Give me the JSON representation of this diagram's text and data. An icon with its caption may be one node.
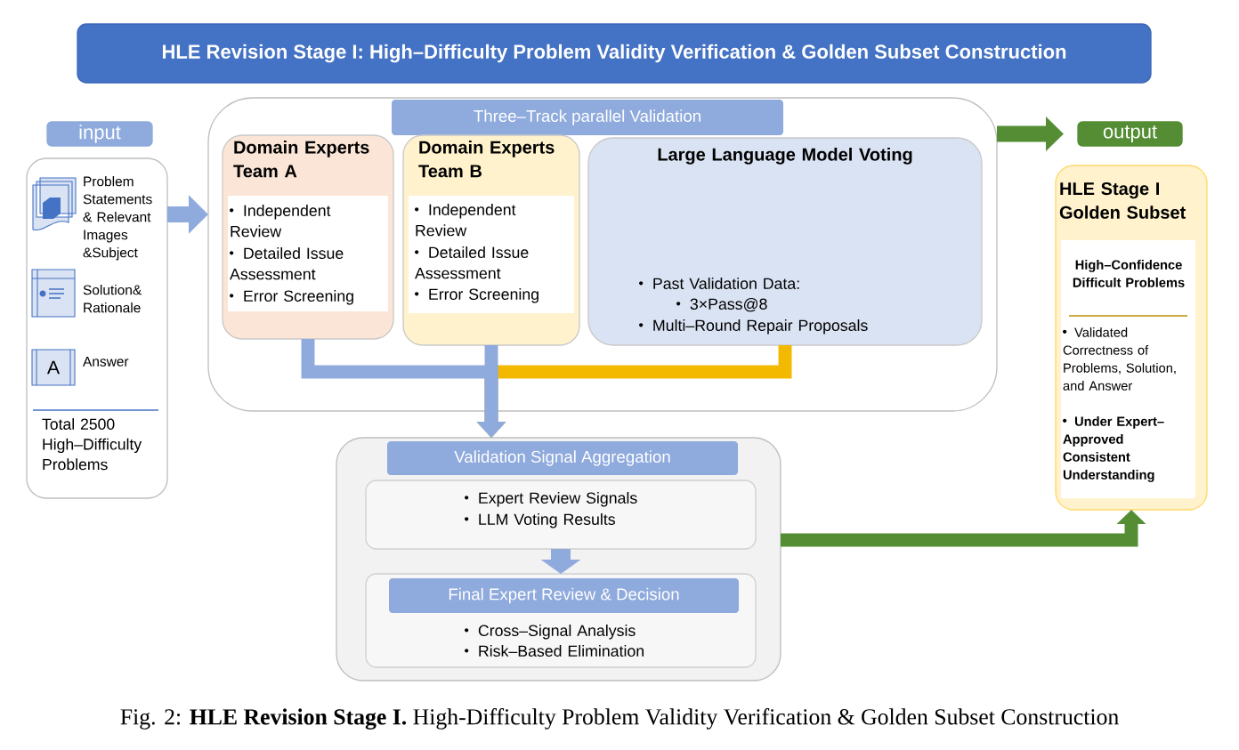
{
  "diagram": {
    "caption": "Fig. 2: **HLE Revision Stage I.** High-Difficulty Problem Validity Verification & Golden Subset Construction",
    "nodes": [
      {
        "text": [
          "HLE Revision Stage I: High–Difficulty Problem Validity Verification & Golden Subset Construction"
        ]
      },
      {
        "text": [
          "input"
        ]
      },
      {
        "text": [
          "Problem Statements & Relevant Images &Subject",
          "Solution& Rationale",
          "Answer",
          "Total 2500 High–Difficulty Problems"
        ]
      },
      {
        "text": [
          "Three–Track parallel Validation"
        ]
      },
      {
        "text": [
          "Domain Experts Team A",
          "Independent Review",
          "Detailed Issue Assessment",
          "Error Screening"
        ],
        "in": 3
      },
      {
        "text": [
          "Domain Experts Team B",
          "Independent Review",
          "Detailed Issue Assessment",
          "Error Screening"
        ],
        "in": 3
      },
      {
        "text": [
          "Large Language Model Voting",
          "Past Validation Data:",
          "3×Pass@8",
          "Multi–Round Repair Proposals"
        ],
        "in": 3
      },
      {
        "text": [
          "output"
        ]
      },
      {
        "text": [
          "HLE Stage I Golden Subset",
          "High–Confidence Difficult Problems",
          "Validated Correctness of Problems, Solution, and Answer",
          "Under Expert–Approved Consistent Understanding"
        ]
      },
      {
        "text": [],
        "shape": "box"
      },
      {
        "text": [
          "Validation Signal Aggregation",
          "Expert Review Signals",
          "LLM Voting Results"
        ],
        "in": 9
      },
      {
        "text": [
          "Final Expert Review & Decision",
          "Cross–Signal Analysis",
          "Risk–Based Elimination"
        ],
        "in": 9
      }
    ],
    "labels": [
      "A"
    ],
    "edges": [
      {
        "from": 2,
        "to": 3,
        "arrow": "to"
      },
      {
        "from": 4,
        "to": 9,
        "arrow": "to"
      },
      {
        "from": 5,
        "to": 9,
        "arrow": "to"
      },
      {
        "from": 6,
        "to": 9,
        "arrow": "to",
        "color": "#f2b900"
      },
      {
        "from": 10,
        "to": 11,
        "arrow": "to"
      },
      {
        "from": 9,
        "to": 8,
        "arrow": "to",
        "color": "#548d33"
      },
      {
        "from": 3,
        "to": 7,
        "arrow": "to",
        "color": "#548d33"
      }
    ]
  }
}
